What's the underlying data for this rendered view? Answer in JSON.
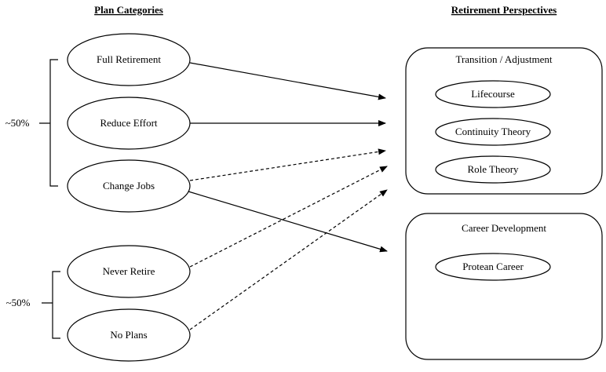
{
  "headers": {
    "plan_categories": "Plan Categories",
    "retirement_perspectives": "Retirement Perspectives"
  },
  "plans": {
    "full_retirement": "Full Retirement",
    "reduce_effort": "Reduce Effort",
    "change_jobs": "Change Jobs",
    "never_retire": "Never Retire",
    "no_plans": "No Plans"
  },
  "groups": {
    "upper_percent": "~50%",
    "lower_percent": "~50%"
  },
  "perspectives": {
    "transition": {
      "title": "Transition / Adjustment",
      "items": [
        "Lifecourse",
        "Continuity Theory",
        "Role Theory"
      ]
    },
    "career": {
      "title": "Career Development",
      "items": [
        "Protean Career"
      ]
    }
  },
  "colors": {
    "stroke": "#000000",
    "background": "#ffffff"
  }
}
